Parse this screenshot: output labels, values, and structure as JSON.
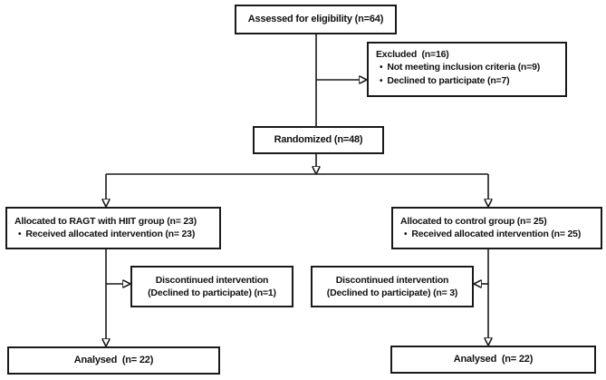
{
  "bullet": "•",
  "colors": {
    "border": "#1a1a1a",
    "text": "#111111",
    "background": "#ffffff"
  },
  "flow": {
    "assessed": {
      "label": "Assessed for eligibility (n=64)"
    },
    "excluded": {
      "title": "Excluded  (n=16)",
      "items": [
        "Not meeting inclusion criteria (n=9)",
        "Declined to participate (n=7)"
      ]
    },
    "randomized": {
      "label": "Randomized (n=48)"
    },
    "allocation_left": {
      "title": "Allocated to RAGT with HIIT group (n= 23)",
      "items": [
        "Received allocated intervention (n= 23)"
      ]
    },
    "allocation_right": {
      "title": "Allocated to control group (n= 25)",
      "items": [
        "Received allocated intervention (n= 25)"
      ]
    },
    "discontinued_left": {
      "line1": "Discontinued intervention",
      "line2": "(Declined to participate) (n=1)"
    },
    "discontinued_right": {
      "line1": "Discontinued intervention",
      "line2": "(Declined to participate) (n= 3)"
    },
    "analysed_left": {
      "label": "Analysed  (n= 22)"
    },
    "analysed_right": {
      "label": "Analysed  (n= 22)"
    }
  }
}
